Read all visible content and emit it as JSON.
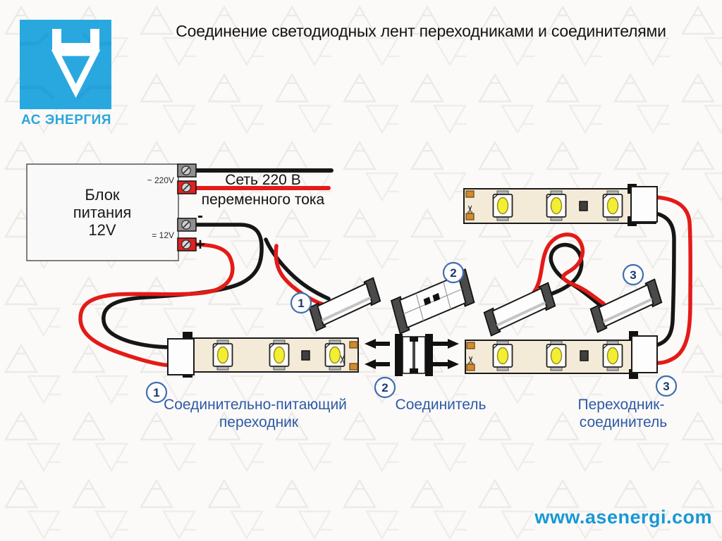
{
  "page": {
    "title": "Соединение светодиодных лент переходниками и соединителями",
    "website": "www.asenergi.com"
  },
  "logo": {
    "brand": "АС ЭНЕРГИЯ",
    "color": "#29a8e0"
  },
  "psu": {
    "name_line1": "Блок",
    "name_line2": "питания",
    "name_line3": "12V",
    "ac_terminal_label": "~ 220V",
    "dc_terminal_label": "= 12V",
    "minus_label": "-",
    "plus_label": "+"
  },
  "mains": {
    "label_line1": "Сеть 220 В",
    "label_line2": "переменного тока"
  },
  "callouts": {
    "c1": "1",
    "c2": "2",
    "c3": "3"
  },
  "legend": {
    "item1_line1": "Соединительно-питающий",
    "item1_line2": "переходник",
    "item2": "Соединитель",
    "item3_line1": "Переходник-",
    "item3_line2": "соединитель"
  },
  "icons": {
    "scissors_glyph": "✂"
  },
  "colors": {
    "wire_red": "#e31b17",
    "wire_black": "#161616",
    "strip_body": "#f3ead8",
    "copper_pad": "#d28a2e",
    "led_yellow": "#f2ee34",
    "label_blue": "#2e5aa4",
    "link_blue": "#1798d6",
    "callout_ring": "#3f6fb0",
    "logo_blue": "#29a8e0"
  }
}
